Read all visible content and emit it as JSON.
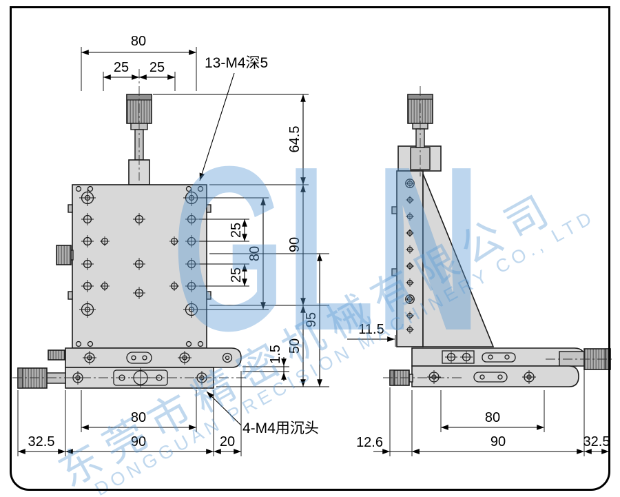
{
  "watermark": {
    "logo": "GLN",
    "company_cn": "东莞市精密机械有限公司",
    "company_en": "DONGGUAN PRECISION MACHINERY CO., LTD"
  },
  "front_view": {
    "label_thread": "13-M4深5",
    "label_countersink": "4-M4用沉头",
    "dim_top_width": "80",
    "dim_top_25_left": "25",
    "dim_top_25_right": "25",
    "dim_mic_height": "64.5",
    "dim_body_height": "90",
    "dim_overall_95": "95",
    "dim_height_50": "50",
    "dim_plate_1_5": "1.5",
    "dim_holes_25_upper": "25",
    "dim_holes_80": "80",
    "dim_holes_25_lower": "25",
    "dim_base_80": "80",
    "dim_base_90": "90",
    "dim_base_32_5": "32.5",
    "dim_base_20": "20"
  },
  "side_view": {
    "dim_offset_11_5": "11.5",
    "dim_offset_12_6": "12.6",
    "dim_base_80": "80",
    "dim_base_90": "90",
    "dim_base_32_5": "32.5"
  }
}
